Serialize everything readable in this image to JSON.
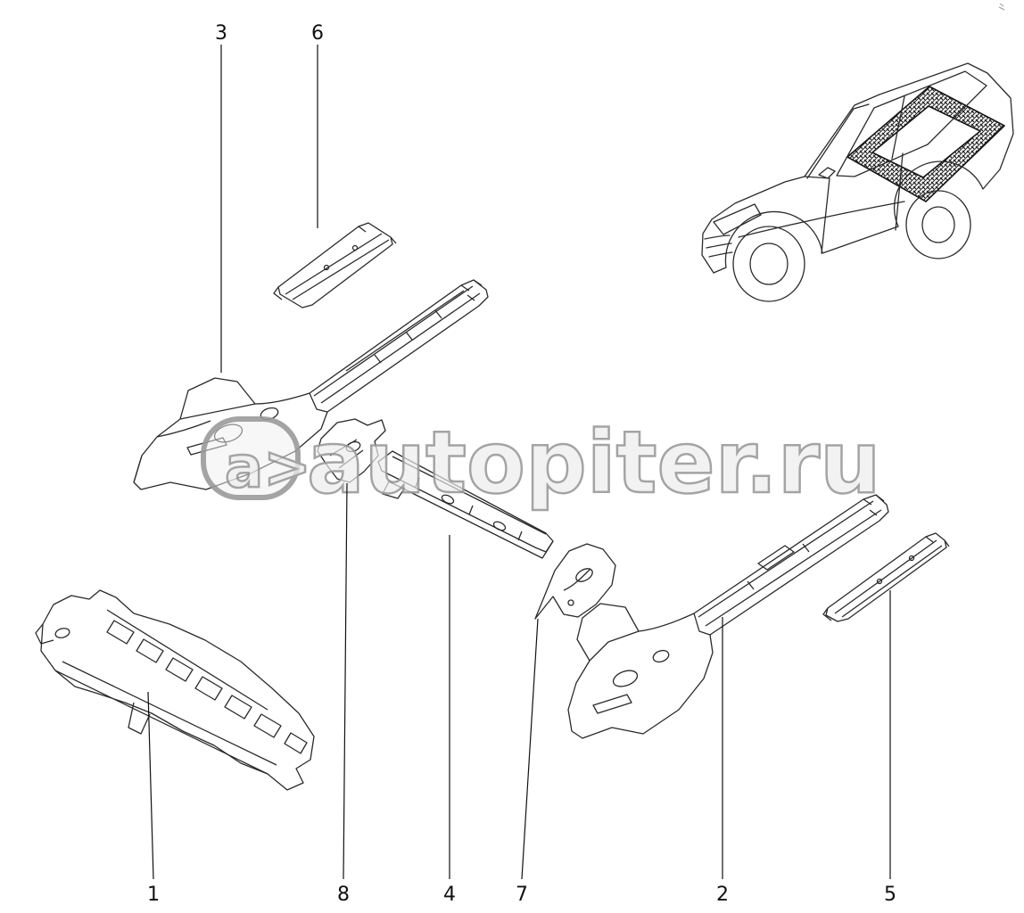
{
  "watermark": {
    "logo_text": "a>",
    "domain_text": "autopiter.ru"
  },
  "callouts": [
    {
      "label": "3"
    },
    {
      "label": "6"
    },
    {
      "label": "1"
    },
    {
      "label": "8"
    },
    {
      "label": "4"
    },
    {
      "label": "7"
    },
    {
      "label": "2"
    },
    {
      "label": "5"
    }
  ]
}
